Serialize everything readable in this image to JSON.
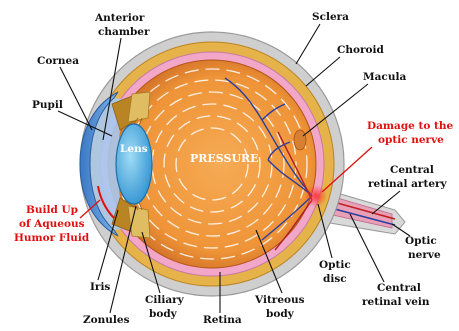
{
  "labels": {
    "sclera": "Sclera",
    "anterior_chamber_line1": "Anterior",
    "anterior_chamber_line2": "chamber",
    "choroid": "Choroid",
    "cornea": "Cornea",
    "macula": "Macula",
    "pupil": "Pupil",
    "lens": "Lens",
    "pressure": "PRESSURE",
    "damage_line1": "Damage to the",
    "damage_line2": "optic nerve",
    "central_retinal_artery_line1": "Central",
    "central_retinal_artery_line2": "retinal artery",
    "build_up_line1": "Build Up",
    "build_up_line2": "of Aqueous",
    "build_up_line3": "Humor Fluid",
    "optic_nerve_line1": "Optic",
    "optic_nerve_line2": "nerve",
    "iris": "Iris",
    "optic_disc_line1": "Optic",
    "optic_disc_line2": "disc",
    "central_retinal_vein_line1": "Central",
    "central_retinal_vein_line2": "retinal vein",
    "ciliary_body_line1": "Ciliary",
    "ciliary_body_line2": "body",
    "vitreous_body_line1": "Vitreous",
    "vitreous_body_line2": "body",
    "zonules": "Zonules",
    "retina": "Retina"
  },
  "colors": {
    "sclera": "#cfcfcf",
    "choroid": "#e6b24a",
    "retina": "#f2a7c8",
    "vitreous": "#f09a3e",
    "vitreous_dark": "#b5541a",
    "cornea": "#4f8fd6",
    "lens": "#3ea6dd",
    "highlight": "#e01010",
    "vessel": "#2b3f9e"
  }
}
